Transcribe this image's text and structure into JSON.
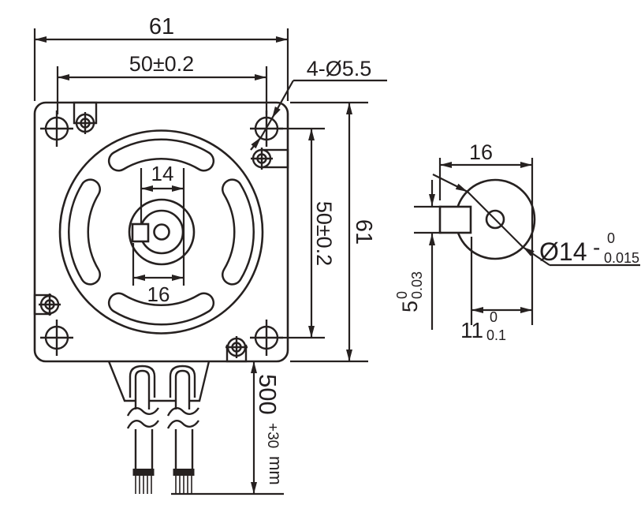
{
  "colors": {
    "line": "#262120",
    "text": "#221e1f",
    "background": "#ffffff"
  },
  "front_view": {
    "dim_total_width": "61",
    "dim_hole_spacing_h": "50±0.2",
    "mounting_holes": "4-Ø5.5",
    "dim_shaft": "14",
    "dim_boss": "16",
    "dim_hole_spacing_v": "50±0.2",
    "dim_total_height": "61",
    "cable": {
      "length": "500",
      "tolerance": "+30",
      "unit": "mm"
    }
  },
  "side_view": {
    "dim_width": "16",
    "shaft_diameter": {
      "nominal": "Ø14",
      "sign": "-",
      "tol_upper": "0",
      "tol_lower": "0.015"
    },
    "key_flat_height": {
      "nominal": "5",
      "tol_upper": "0",
      "tol_lower": "0.03"
    },
    "flat_length": {
      "nominal": "11",
      "tol_upper": "0",
      "tol_lower": "0.1"
    }
  }
}
